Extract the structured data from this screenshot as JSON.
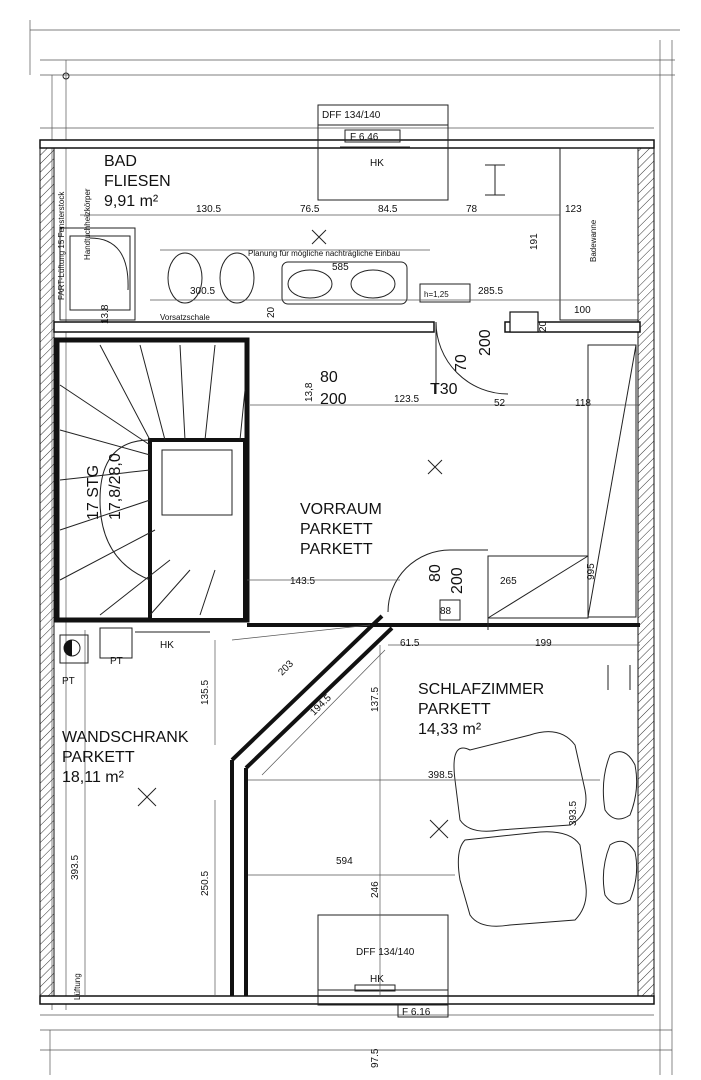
{
  "rooms": {
    "bad": {
      "name": "BAD",
      "floor": "FLIESEN",
      "area": "9,91 m²"
    },
    "vorraum": {
      "name": "VORRAUM",
      "floor1": "PARKETT",
      "floor2": "PARKETT"
    },
    "schlafzimmer": {
      "name": "SCHLAFZIMMER",
      "floor": "PARKETT",
      "area": "14,33 m²"
    },
    "wandschrank": {
      "name": "WANDSCHRANK",
      "floor": "PARKETT",
      "area": "18,11 m²"
    },
    "stair": {
      "label1": "17 STG",
      "label2": "17,8/28,0"
    }
  },
  "windows": {
    "top": "DFF 134/140",
    "bottom": "DFF 134/140",
    "top_code": "F 6.46",
    "bottom_code": "F 6.16"
  },
  "labels": {
    "hk": "HK",
    "planung": "Planung für mögliche nachträgliche Einbau",
    "vorsatzschale": "Vorsatzschale",
    "badewanne": "Badewanne",
    "handtuch": "Handtuchheizkörper",
    "fartluftung": "FART-Lüftung 15 Fensterstock",
    "luftung": "Lüftung",
    "t30": "T30",
    "pt": "PT",
    "hc": "h=1,25"
  },
  "doors": {
    "door1_w": "70",
    "door1_h": "200",
    "door2_w": "80",
    "door2_h": "200",
    "door3_w": "80",
    "door3_h": "200",
    "door4_w": "13,8"
  },
  "dimensions": {
    "d130_5": "130.5",
    "d76_5": "76.5",
    "d84_5": "84.5",
    "d78": "78",
    "d123": "123",
    "d191": "191",
    "d585": "585",
    "d300_5": "300.5",
    "d285_5": "285.5",
    "d100": "100",
    "d123_5": "123.5",
    "d52": "52",
    "d118": "118",
    "d143_5": "143.5",
    "d265": "265",
    "d88": "88",
    "d61_5": "61.5",
    "d199": "199",
    "d203": "203",
    "d135_5": "135.5",
    "d194_5": "194.5",
    "d137_5": "137.5",
    "d398_5": "398.5",
    "d393_5": "393.5",
    "d393_5b": "393.5",
    "d250_5": "250.5",
    "d594": "594",
    "d246": "246",
    "d97_5": "97.5",
    "d995": "995",
    "d20": "20",
    "d20b": "20",
    "d13_8": "13.8"
  }
}
